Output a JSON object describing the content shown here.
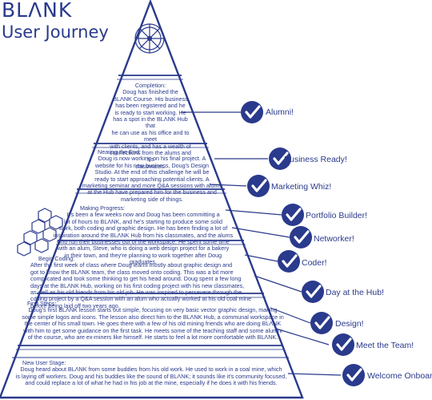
{
  "brand": {
    "name": "BLΛNK",
    "subtitle": "User Journey"
  },
  "colors": {
    "primary": "#2a3a8c",
    "background": "#ffffff"
  },
  "icons": {
    "badge": "check-circle-icon",
    "apex": "compass-wheel-icon",
    "decoration": "hexagon-cluster-icon"
  },
  "stages": [
    {
      "title": "Completion:",
      "body": "Doug has finished the\nBLΛNK Course. His business\nhas been registered and he\nis ready to start working. He\nhas a spot in the BLΛNK Hub that\nhe can use as his office and to meet\nwith clients, and has a wealth of\nconnections from the alums and his\nclassmates."
    },
    {
      "title": "Nearing the End:",
      "body": "Doug is now working on his final project. A\nwebsite for his new business, Doug's Design\nStudio. At the end of this challenge he will be\nready to start approaching potential clients. A\nmarketing seminar and more Q&A sessions with alums\nat the Hub have prepared him for the business and\nmarketing side of things."
    },
    {
      "title": "Making Progress:",
      "body": "It's been a few weeks now and Doug has been committing a\nlot of hours to BLΛNK, and he's starting to produce some solid\nwork, both coding and graphic design. He has been finding a lot of\ninspiration around the BLΛNK Hub from his classmates, and the alums\nwho run their businesses out of the workspace. He spent some time\nwith an alum, Steve, who is doing a web design project for a bakery\nin their town, and they're planning to work together after Doug graduates."
    },
    {
      "title": "Begin Coding:",
      "body": "After the first week of class where Doug learnt mostly about graphic design and\ngot to know the BLΛNK team, the class moved onto coding. This was a bit more\ncomplicated and took some thinking to get his head around. Doug spent a few long\ndays at the BLΛNK Hub, working on his first coding project with his new classmates,\nas well as his old friends from his old job. He was inspired to persevere through the\ncoding project by a Q&A session with an alum who actually worked at his old coal mine\nbefore being laid off two years ago."
    },
    {
      "title": "First Steps:",
      "body": "Doug's first BLΛNK lesson starts out simple, focusing on very basic vector graphic design, making\nsome simple logos and icons. The lesson also direct him to the BLΛNK Hub, a communal workspace in\nthe center of his small town. He goes there with a few of his old mining friends who are doing BLΛNK\nwith him to get some guidance on the first task. He meets some of the teaching staff and some alumni\nof the course, who are ex-miners like himself. He starts to feel a lot more comfortable with BLΛNK."
    },
    {
      "title": "New User Stage:",
      "body": "Doug heard about BLΛNK from some buddies from his old work. He used to work in a coal mine, which\nis laying off workers. Doug and his buddies like the sound of BLΛNK; it sounds like it's community focused,\nand could replace a lot of what he had in his job at the mine, especially if he does it with his friends."
    }
  ],
  "badges": [
    {
      "label": "Alumni!"
    },
    {
      "label": "Business Ready!"
    },
    {
      "label": "Marketing Whiz!"
    },
    {
      "label": "Portfolio Builder!"
    },
    {
      "label": "Networker!"
    },
    {
      "label": "Coder!"
    },
    {
      "label": "Day at the Hub!"
    },
    {
      "label": "Design!"
    },
    {
      "label": "Meet the Team!"
    },
    {
      "label": "Welcome Onboard!"
    }
  ]
}
